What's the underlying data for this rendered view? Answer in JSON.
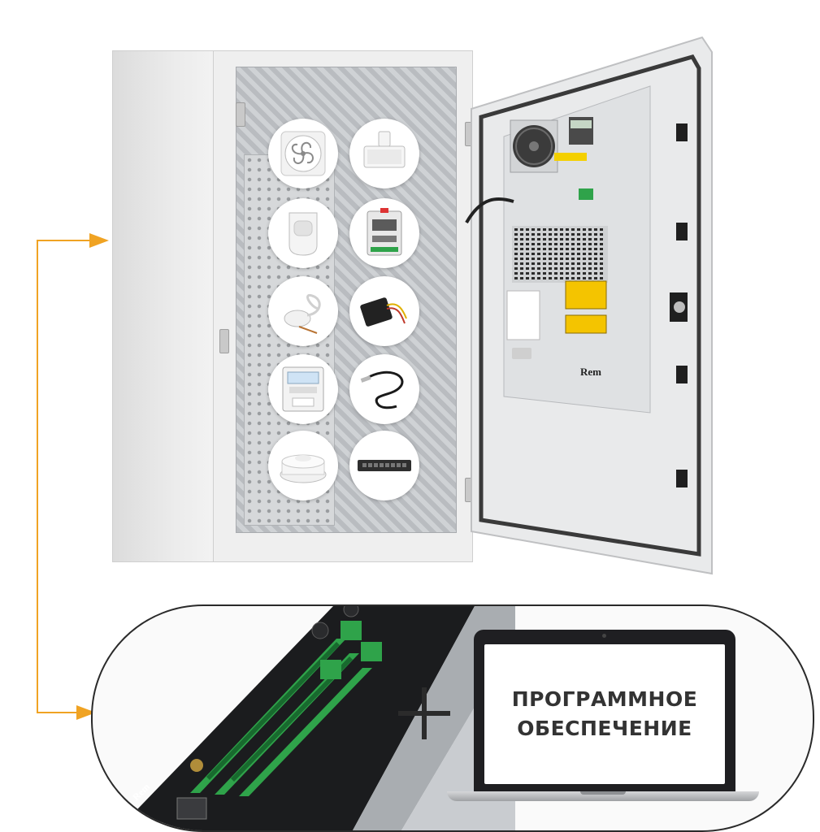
{
  "software_box": {
    "line1": "ПРОГРАММНОЕ",
    "line2": "ОБЕСПЕЧЕНИЕ"
  },
  "brand": {
    "logo_text": "Rem"
  },
  "colors": {
    "connector_accent": "#f0a323",
    "capsule_border": "#2a2a2a",
    "laptop_text": "#333333",
    "terminal_green": "#2fa34a"
  },
  "components": [
    "vent-fan-icon",
    "door-sensor-icon",
    "motion-detector-icon",
    "din-relay-module-icon",
    "water-leak-sensor-icon",
    "temperature-humidity-sensor-icon",
    "electric-meter-icon",
    "temperature-probe-icon",
    "smoke-detector-icon",
    "network-switch-icon"
  ]
}
